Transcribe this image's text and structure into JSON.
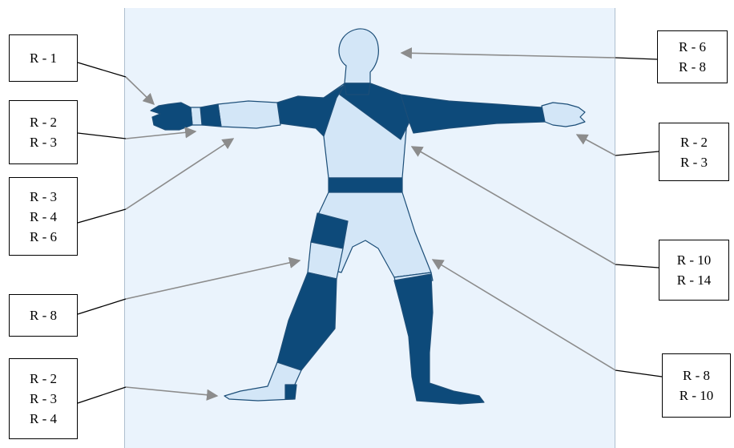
{
  "colors": {
    "panel_background": "#eaf3fc",
    "body_dark": "#0d4a7a",
    "body_light": "#d3e6f7",
    "body_outline": "#1c4e78",
    "gray_arrow": "#8c8c8c",
    "black_line": "#000000"
  },
  "labels": [
    {
      "id": "left-hand",
      "lines": [
        "R - 1"
      ]
    },
    {
      "id": "left-wrist",
      "lines": [
        "R - 2",
        "R - 3"
      ]
    },
    {
      "id": "left-elbow",
      "lines": [
        "R - 3",
        "R - 4",
        "R - 6"
      ]
    },
    {
      "id": "left-knee",
      "lines": [
        "R - 8"
      ]
    },
    {
      "id": "left-foot",
      "lines": [
        "R - 2",
        "R - 3",
        "R - 4"
      ]
    },
    {
      "id": "head",
      "lines": [
        "R - 6",
        "R - 8"
      ]
    },
    {
      "id": "right-hand",
      "lines": [
        "R - 2",
        "R - 3"
      ]
    },
    {
      "id": "chest",
      "lines": [
        "R - 10",
        "R - 14"
      ]
    },
    {
      "id": "right-thigh",
      "lines": [
        "R - 8",
        "R - 10"
      ]
    }
  ]
}
